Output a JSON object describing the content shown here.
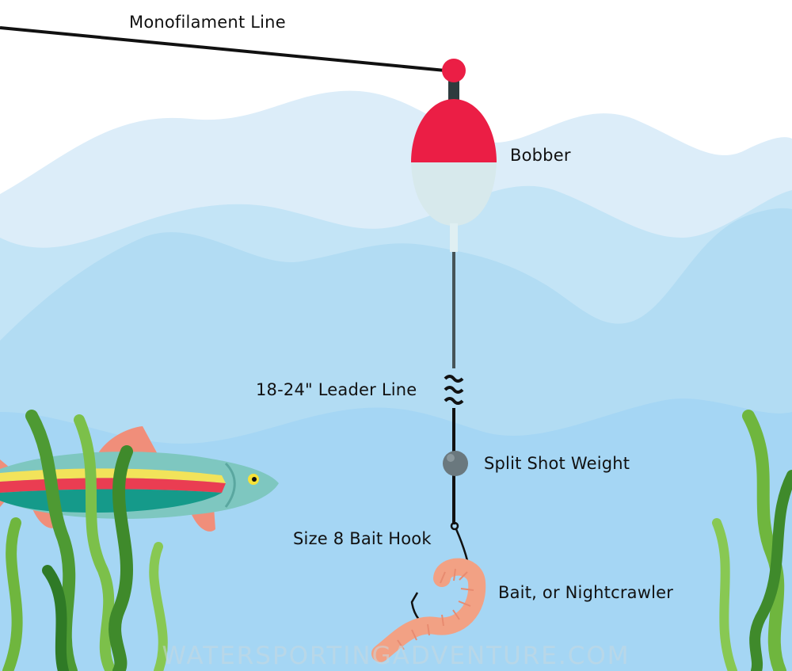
{
  "labels": {
    "monofilament": "Monofilament Line",
    "bobber": "Bobber",
    "leader": "18-24\" Leader Line",
    "split_shot": "Split Shot Weight",
    "hook": "Size 8 Bait Hook",
    "bait": "Bait, or Nightcrawler"
  },
  "watermark": "WATERSPORTINGADVENTURE.COM",
  "colors": {
    "water_light": "#dcedf9",
    "water_mid": "#b6def4",
    "water_deep": "#a5d6f4",
    "bobber_red": "#eb1e45",
    "bobber_white": "#d7e9ec",
    "weight_gray": "#6a787e",
    "worm_pink": "#f2a184",
    "weed_green": "#6fb63e",
    "line": "#111111"
  }
}
